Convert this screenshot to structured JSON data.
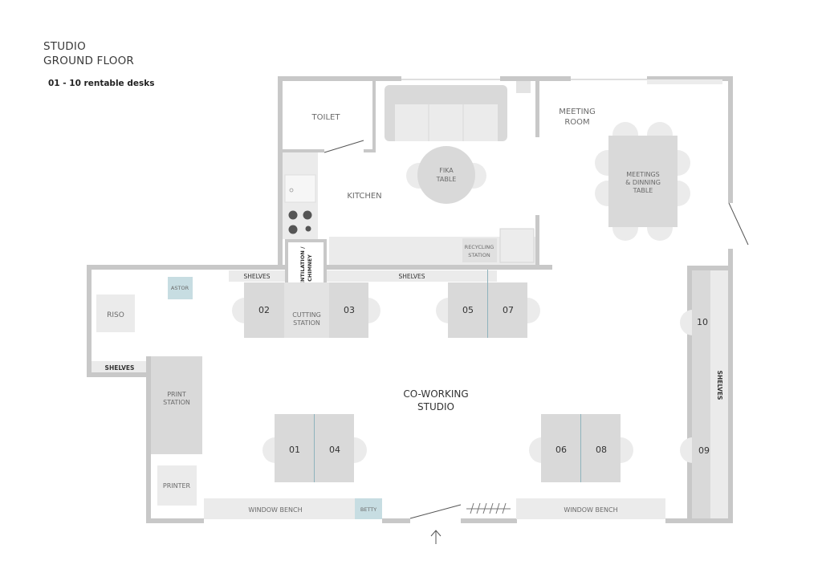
{
  "header": {
    "title_line1": "STUDIO",
    "title_line2": "GROUND FLOOR",
    "subtitle": "01 - 10 rentable desks"
  },
  "rooms": {
    "toilet": "TOILET",
    "kitchen": "KITCHEN",
    "meeting_room_line1": "MEETING",
    "meeting_room_line2": "ROOM",
    "coworking_line1": "CO-WORKING",
    "coworking_line2": "STUDIO"
  },
  "furniture": {
    "fika_line1": "FIKA",
    "fika_line2": "TABLE",
    "meetings_line1": "MEETINGS",
    "meetings_line2": "& DINNING",
    "meetings_line3": "TABLE",
    "ventilation_line1": "VENTILATION /",
    "ventilation_line2": "CHIMNEY",
    "recycling_line1": "RECYCLING",
    "recycling_line2": "STATION",
    "shelves": "SHELVES",
    "cutting_line1": "CUTTING",
    "cutting_line2": "STATION",
    "riso": "RISO",
    "astor": "ASTOR",
    "print_line1": "PRINT",
    "print_line2": "STATION",
    "printer": "PRINTER",
    "window_bench": "WINDOW BENCH",
    "betty": "BETTY"
  },
  "desks": [
    "01",
    "02",
    "03",
    "04",
    "05",
    "06",
    "07",
    "08",
    "09",
    "10"
  ],
  "colors": {
    "wall": "#c8c8c8",
    "furniture": "#d9d9d9",
    "light_furniture": "#ebebeb",
    "accent_blue": "#c7dde2",
    "divider_blue": "#8fb3bd"
  }
}
